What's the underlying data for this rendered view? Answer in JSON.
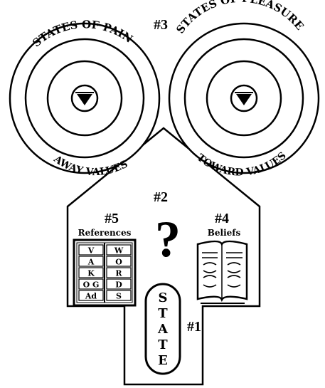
{
  "labels": {
    "pain_top": "STATES OF PAIN",
    "pleasure_top": "STATES OF PLEASURE",
    "away_values": "AWAY VALUES",
    "toward_values": "TOWARD VALUES",
    "n3": "#3",
    "n2": "#2",
    "n5": "#5",
    "n4": "#4",
    "n1": "#1",
    "references": "References",
    "beliefs": "Beliefs",
    "question": "?"
  },
  "state_letters": [
    "S",
    "T",
    "A",
    "T",
    "E"
  ],
  "reference_tiles_left": [
    "V",
    "A",
    "K",
    "O G",
    "Ad"
  ],
  "reference_tiles_right": [
    "W",
    "O",
    "R",
    "D",
    "S"
  ]
}
